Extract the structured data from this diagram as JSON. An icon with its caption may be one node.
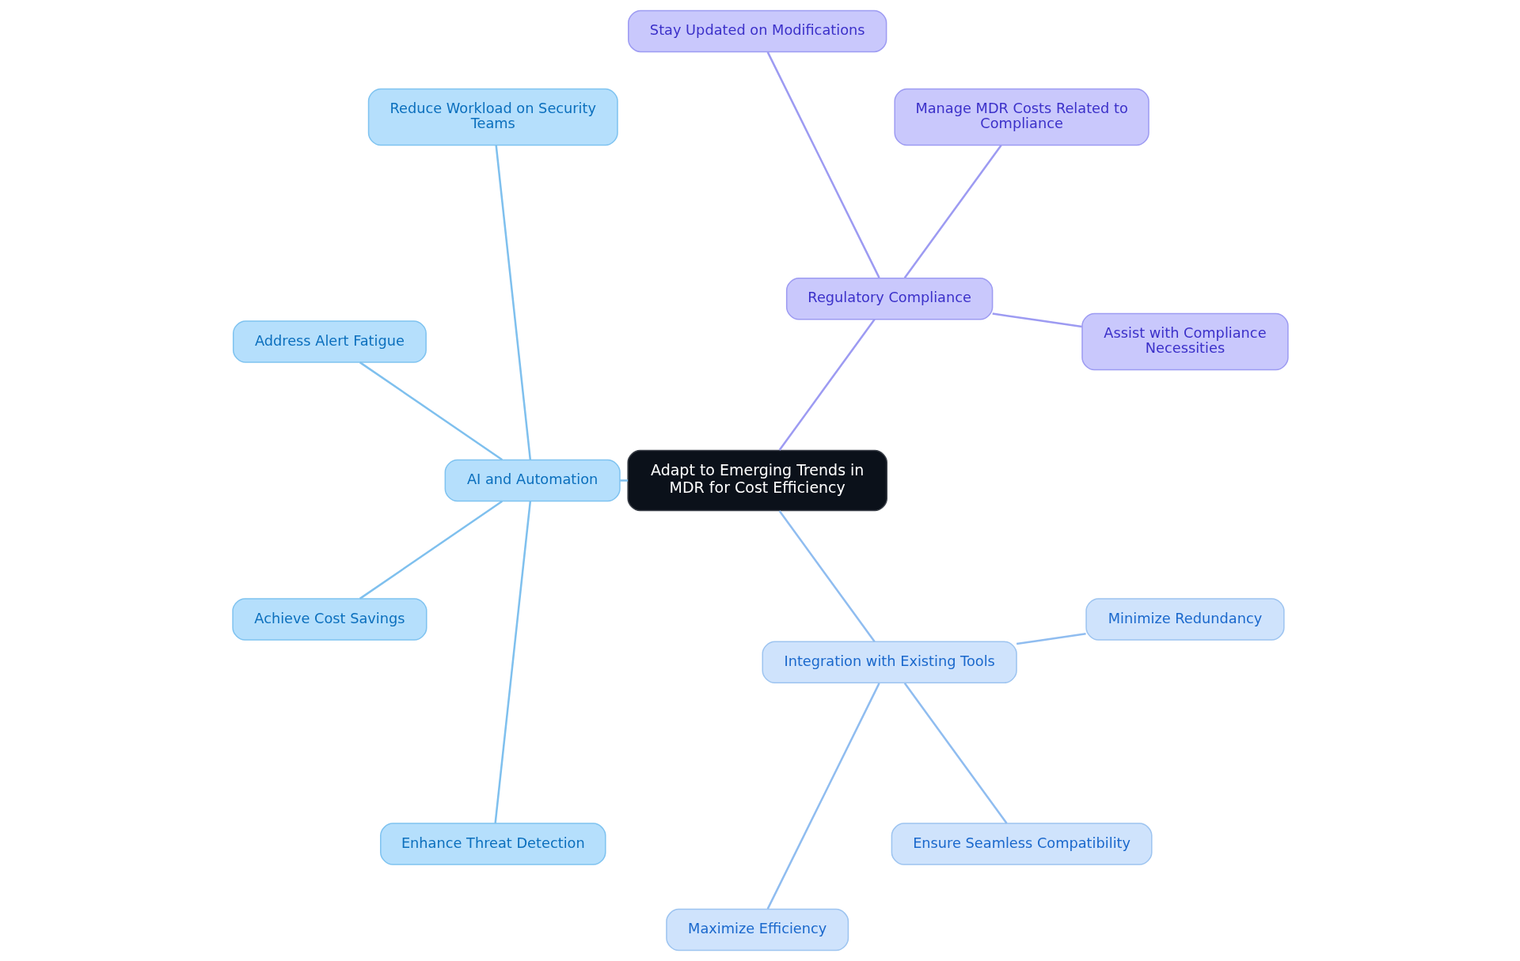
{
  "diagram": {
    "nodes": [
      {
        "text": [
          "Adapt to Emerging Trends in MDR for Cost Efficiency"
        ]
      },
      {
        "text": [
          "Regulatory Compliance"
        ]
      },
      {
        "text": [
          "Assist with Compliance Necessities"
        ]
      },
      {
        "text": [
          "Manage MDR Costs Related to Compliance"
        ]
      },
      {
        "text": [
          "Stay Updated on Modifications"
        ]
      },
      {
        "text": [
          "AI and Automation"
        ]
      },
      {
        "text": [
          "Reduce Workload on Security Teams"
        ]
      },
      {
        "text": [
          "Address Alert Fatigue"
        ]
      },
      {
        "text": [
          "Achieve Cost Savings"
        ]
      },
      {
        "text": [
          "Enhance Threat Detection"
        ]
      },
      {
        "text": [
          "Integration with Existing Tools"
        ]
      },
      {
        "text": [
          "Maximize Efficiency"
        ]
      },
      {
        "text": [
          "Ensure Seamless Compatibility"
        ]
      },
      {
        "text": [
          "Minimize Redundancy"
        ]
      }
    ],
    "edges": [
      {
        "from": 0,
        "to": 1,
        "arrow": "none",
        "color": "#9d9bf2"
      },
      {
        "from": 1,
        "to": 2,
        "arrow": "none",
        "color": "#9d9bf2"
      },
      {
        "from": 1,
        "to": 3,
        "arrow": "none",
        "color": "#9d9bf2"
      },
      {
        "from": 1,
        "to": 4,
        "arrow": "none",
        "color": "#9d9bf2"
      },
      {
        "from": 0,
        "to": 5,
        "arrow": "none"
      },
      {
        "from": 5,
        "to": 6,
        "arrow": "none"
      },
      {
        "from": 5,
        "to": 7,
        "arrow": "none"
      },
      {
        "from": 5,
        "to": 8,
        "arrow": "none"
      },
      {
        "from": 5,
        "to": 9,
        "arrow": "none"
      },
      {
        "from": 0,
        "to": 10,
        "arrow": "none",
        "color": "#90bdf0"
      },
      {
        "from": 10,
        "to": 11,
        "arrow": "none",
        "color": "#90bdf0"
      },
      {
        "from": 10,
        "to": 12,
        "arrow": "none",
        "color": "#90bdf0"
      },
      {
        "from": 10,
        "to": 13,
        "arrow": "none",
        "color": "#90bdf0"
      }
    ]
  }
}
